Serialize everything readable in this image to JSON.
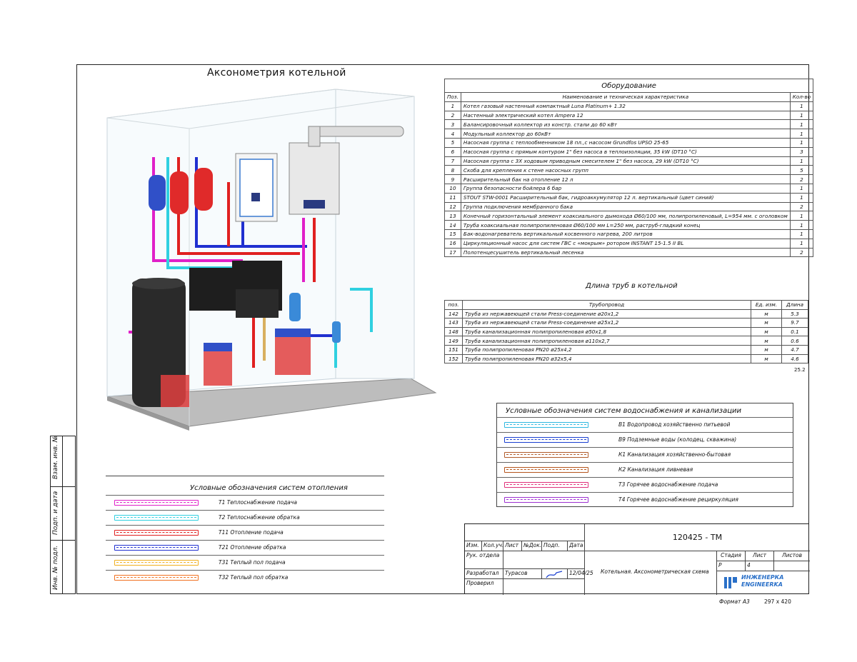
{
  "title": "Аксонометрия котельной",
  "equipment": {
    "title": "Оборудование",
    "headers": [
      "Поз.",
      "Наименование и техническая характеристика",
      "Кол-во"
    ],
    "rows": [
      [
        "1",
        "Котел газовый настенный компактный Luna Platinum+ 1.32",
        "1"
      ],
      [
        "2",
        "Настенный электрический котел Ampera 12",
        "1"
      ],
      [
        "3",
        "Балансировочный коллектор из констр. стали до 60 кВт",
        "1"
      ],
      [
        "4",
        "Модульный коллектор до 60кВт",
        "1"
      ],
      [
        "5",
        "Насосная группа с теплообменником 18 пл.,с насосом Grundfos UPSO 25-65",
        "1"
      ],
      [
        "6",
        "Насосная группа с прямым контуром 1\" без насоса в теплоизоляции, 35 kW (DT10 °С)",
        "3"
      ],
      [
        "7",
        "Насосная группа с 3Х ходовым приводным смесителем 1\" без насоса, 29 kW (DT10 °С)",
        "1"
      ],
      [
        "8",
        "Скоба для крепления к стене насосных групп",
        "5"
      ],
      [
        "9",
        "Расширительный бак на отопление 12 л",
        "2"
      ],
      [
        "10",
        "Группа безопасности бойлера 6 бар",
        "1"
      ],
      [
        "11",
        "STOUT STW-0001 Расширительный бак, гидроаккумулятор 12 л. вертикальный (цвет синий)",
        "1"
      ],
      [
        "12",
        "Группа подключения мембранного бака",
        "2"
      ],
      [
        "13",
        "Конечный горизонтальный элемент коаксиального дымохода Ø60/100 мм, полипропиленовый, L=954 мм. с оголовком",
        "1"
      ],
      [
        "14",
        "Труба коаксиальная полипропиленовая Ø60/100 мм L=250 мм, раструб-гладкий конец",
        "1"
      ],
      [
        "15",
        "Бак-водонагреватель вертикальный косвенного нагрева, 200 литров",
        "1"
      ],
      [
        "16",
        "Циркуляционный насос для систем ГВС с «мокрым» ротором INSTANT 15-1.5 II BL",
        "1"
      ],
      [
        "17",
        "Полотенцесушитель вертикальный лесенка",
        "2"
      ]
    ]
  },
  "pipes": {
    "title": "Длина труб в котельной",
    "headers": [
      "поз.",
      "Трубопровод",
      "Ед. изм.",
      "Длина"
    ],
    "rows": [
      [
        "142",
        "Труба из нержавеющей стали Press-соединение ø20х1,2",
        "м",
        "5.3"
      ],
      [
        "143",
        "Труба из нержавеющей стали Press-соединение ø25х1,2",
        "м",
        "9.7"
      ],
      [
        "148",
        "Труба канализационная полипропиленовая ø50х1,8",
        "м",
        "0.1"
      ],
      [
        "149",
        "Труба канализационная полипропиленовая ø110х2,7",
        "м",
        "0.6"
      ],
      [
        "151",
        "Труба полипропиленовая PN20 ø25х4,2",
        "м",
        "4.7"
      ],
      [
        "152",
        "Труба полипропиленовая PN20 ø32х5,4",
        "м",
        "4.6"
      ]
    ],
    "total": "25.2"
  },
  "legend_water": {
    "title": "Условные обозначения систем водоснабжения и канализации",
    "items": [
      {
        "label": "В1 Водопровод хозяйственно питьевой",
        "color": "#2fb8e0"
      },
      {
        "label": "В9 Подземные воды (колодец, скважина)",
        "color": "#1a3fd0"
      },
      {
        "label": "К1 Канализация хозяйственно-бытовая",
        "color": "#b05a2a"
      },
      {
        "label": "К2 Канализация ливневая",
        "color": "#b5541c"
      },
      {
        "label": "Т3 Горячее водоснабжение подача",
        "color": "#e0307a"
      },
      {
        "label": "Т4 Горячее водоснабжение рециркуляция",
        "color": "#9b30d0"
      }
    ]
  },
  "legend_heating": {
    "title": "Условные обозначения систем отопления",
    "items": [
      {
        "label": "Т1 Теплоснабжение подача",
        "color": "#e020c8"
      },
      {
        "label": "Т2 Теплоснабжение обратка",
        "color": "#30d0e0"
      },
      {
        "label": "Т11 Отопление подача",
        "color": "#e02020"
      },
      {
        "label": "Т21 Отопление обратка",
        "color": "#2030d0"
      },
      {
        "label": "Т31 Теплый пол подача",
        "color": "#f0b020"
      },
      {
        "label": "Т32 Теплый пол обратка",
        "color": "#f07020"
      }
    ]
  },
  "sidebar": {
    "labels": [
      "Взам. инв. №",
      "Подп. и дата",
      "Инв. № подл."
    ]
  },
  "stamp": {
    "code": "120425 - ТМ",
    "headers": [
      "Изм.",
      "Кол.уч.",
      "Лист",
      "№Док.",
      "Подп.",
      "Дата"
    ],
    "roles": [
      "Рук. отдела",
      "Разработал",
      "Проверил"
    ],
    "developer": "Турасов",
    "date": "12/04/25",
    "sheet_title": "Котельная. Аксонометрическая схема",
    "stage_header": "Стадия",
    "sheet_header": "Лист",
    "sheets_header": "Листов",
    "stage": "Р",
    "sheet": "4",
    "company_line1": "ИНЖЕНЕРКА",
    "company_line2": "ENGINEERKA",
    "format_label": "Формат А3",
    "format_size": "297 х 420"
  }
}
